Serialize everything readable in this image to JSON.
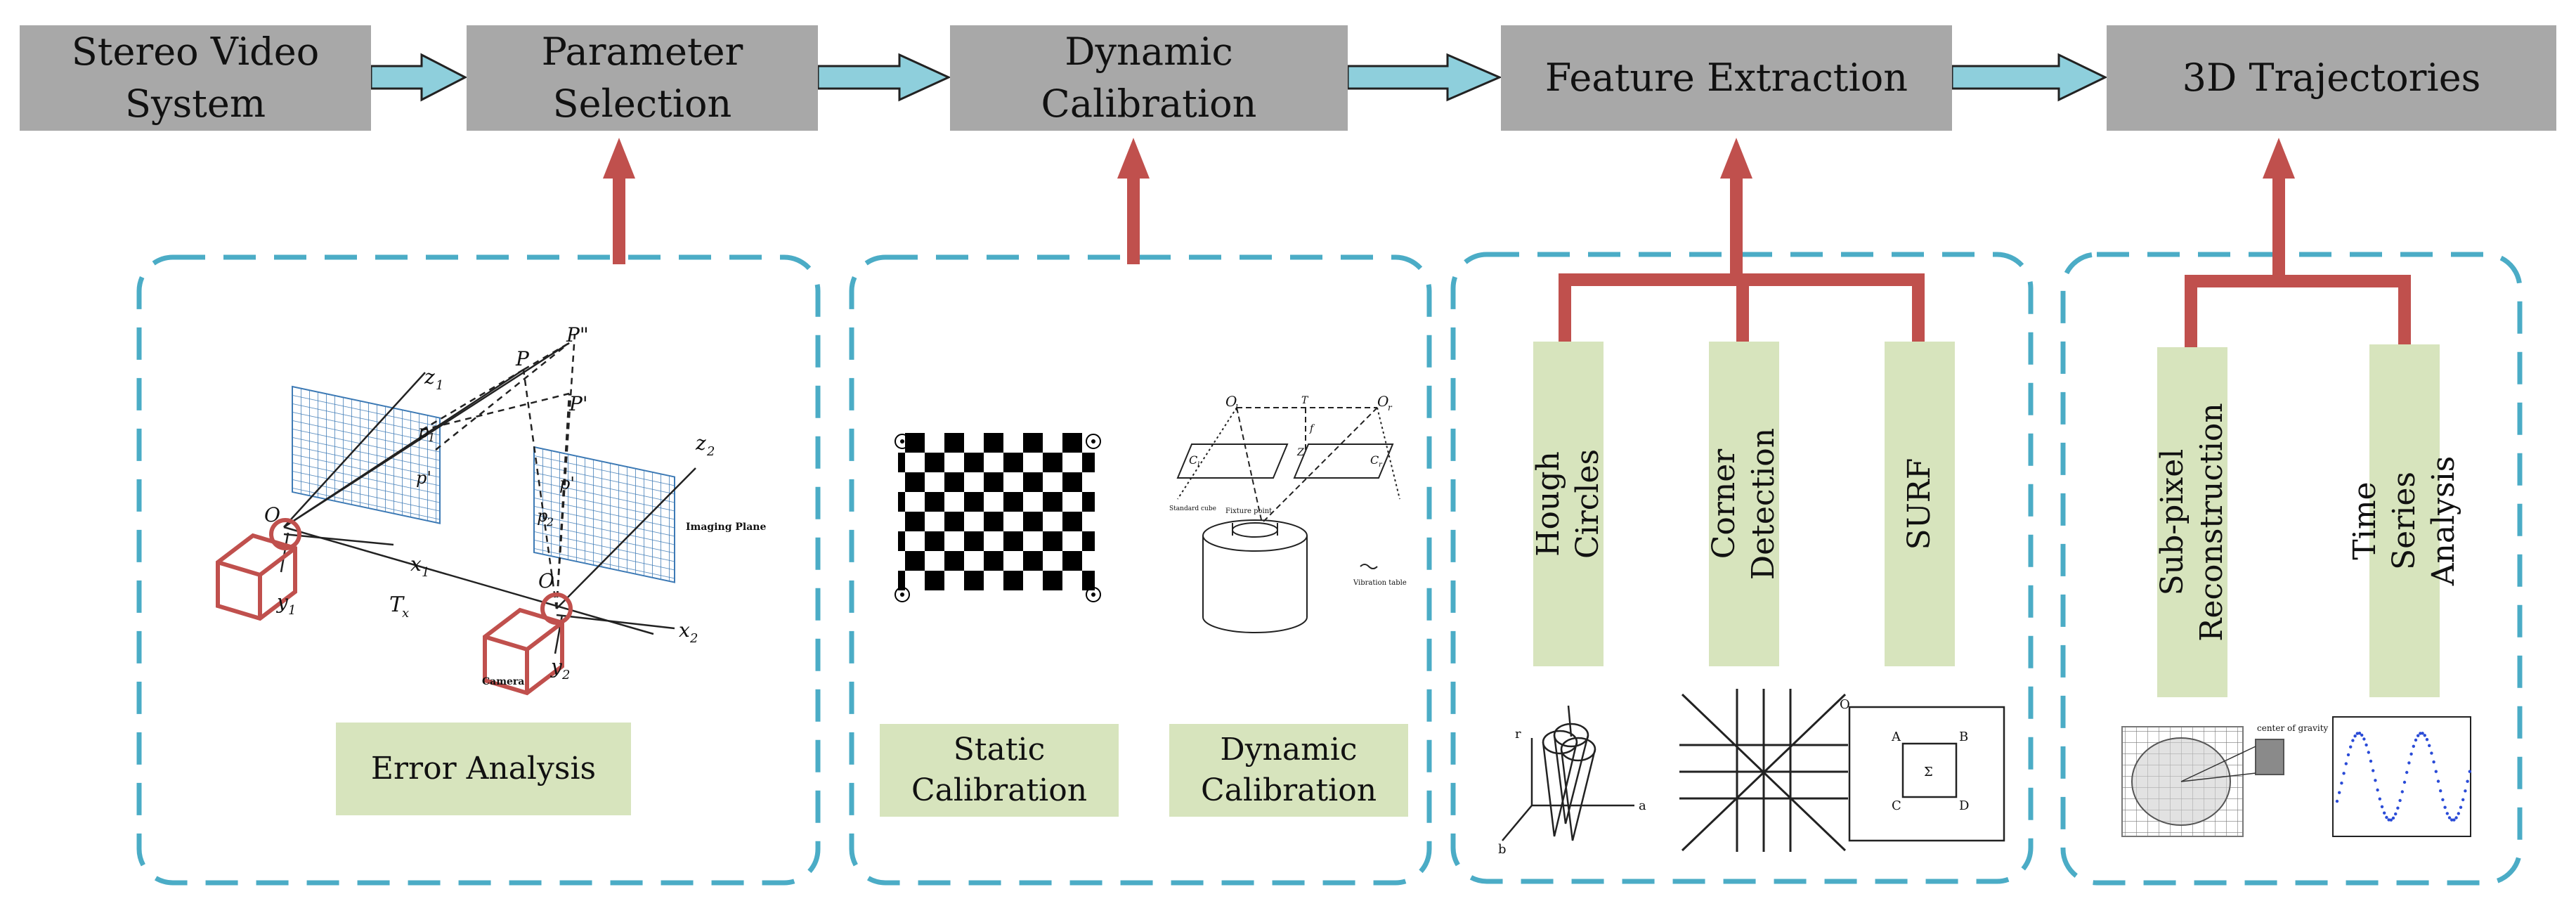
{
  "pipeline": {
    "stage1": "Stereo Video\nSystem",
    "stage2": "Parameter\nSelection",
    "stage3": "Dynamic\nCalibration",
    "stage4": "Feature Extraction",
    "stage5": "3D Trajectories"
  },
  "panel1": {
    "error_analysis": "Error Analysis",
    "labels": {
      "z1": "z",
      "z1_sub": "1",
      "z2": "z",
      "z2_sub": "2",
      "P": "P",
      "P2": "P\"",
      "P1": "P'",
      "p1": "p",
      "p1_sub": "1",
      "p1b": "p'",
      "p2": "p",
      "p2_sub": "2",
      "p2b": "p'",
      "O1": "O",
      "O2": "O",
      "x1": "x",
      "x1_sub": "1",
      "x2": "x",
      "x2_sub": "2",
      "y1": "y",
      "y1_sub": "1",
      "y2": "y",
      "y2_sub": "2",
      "Tx": "T",
      "Tx_sub": "x",
      "imaging_plane": "Imaging Plane",
      "camera": "Camera"
    }
  },
  "panel2": {
    "static_calibration": "Static\nCalibration",
    "dynamic_calibration": "Dynamic\nCalibration",
    "labels": {
      "Ol": "O",
      "Ol_sub": "l",
      "Or": "O",
      "Or_sub": "r",
      "T": "T",
      "Z": "Z",
      "f": "f",
      "Cl": "C",
      "Cl_sub": "l",
      "Cr": "C",
      "Cr_sub": "r",
      "fixture_point": "Fixture point",
      "vibration_table": "Vibration table",
      "standard_cube": "Standard cube"
    }
  },
  "panel3": {
    "hough": "Hough Circles",
    "corner": "Corner Detection",
    "surf": "SURF",
    "labels": {
      "r": "r",
      "a": "a",
      "b": "b",
      "O": "O",
      "A": "A",
      "B": "B",
      "C": "C",
      "D": "D",
      "sigma": "Σ"
    }
  },
  "panel4": {
    "subpixel": "Sub-pixel\nReconstruction",
    "timeseries": "Time Series\nAnalysis",
    "labels": {
      "center_gravity": "center of gravity"
    }
  },
  "colors": {
    "stage_bg": "#a8a8a8",
    "arrow_blue": "#8ecfdc",
    "red": "#c0504d",
    "dash_blue": "#4bacc6",
    "green_box": "#d7e4bd",
    "grid_blue": "#3d7ab5"
  },
  "icons": [
    "right-arrow-icon",
    "up-arrow-icon",
    "checkerboard-icon"
  ]
}
